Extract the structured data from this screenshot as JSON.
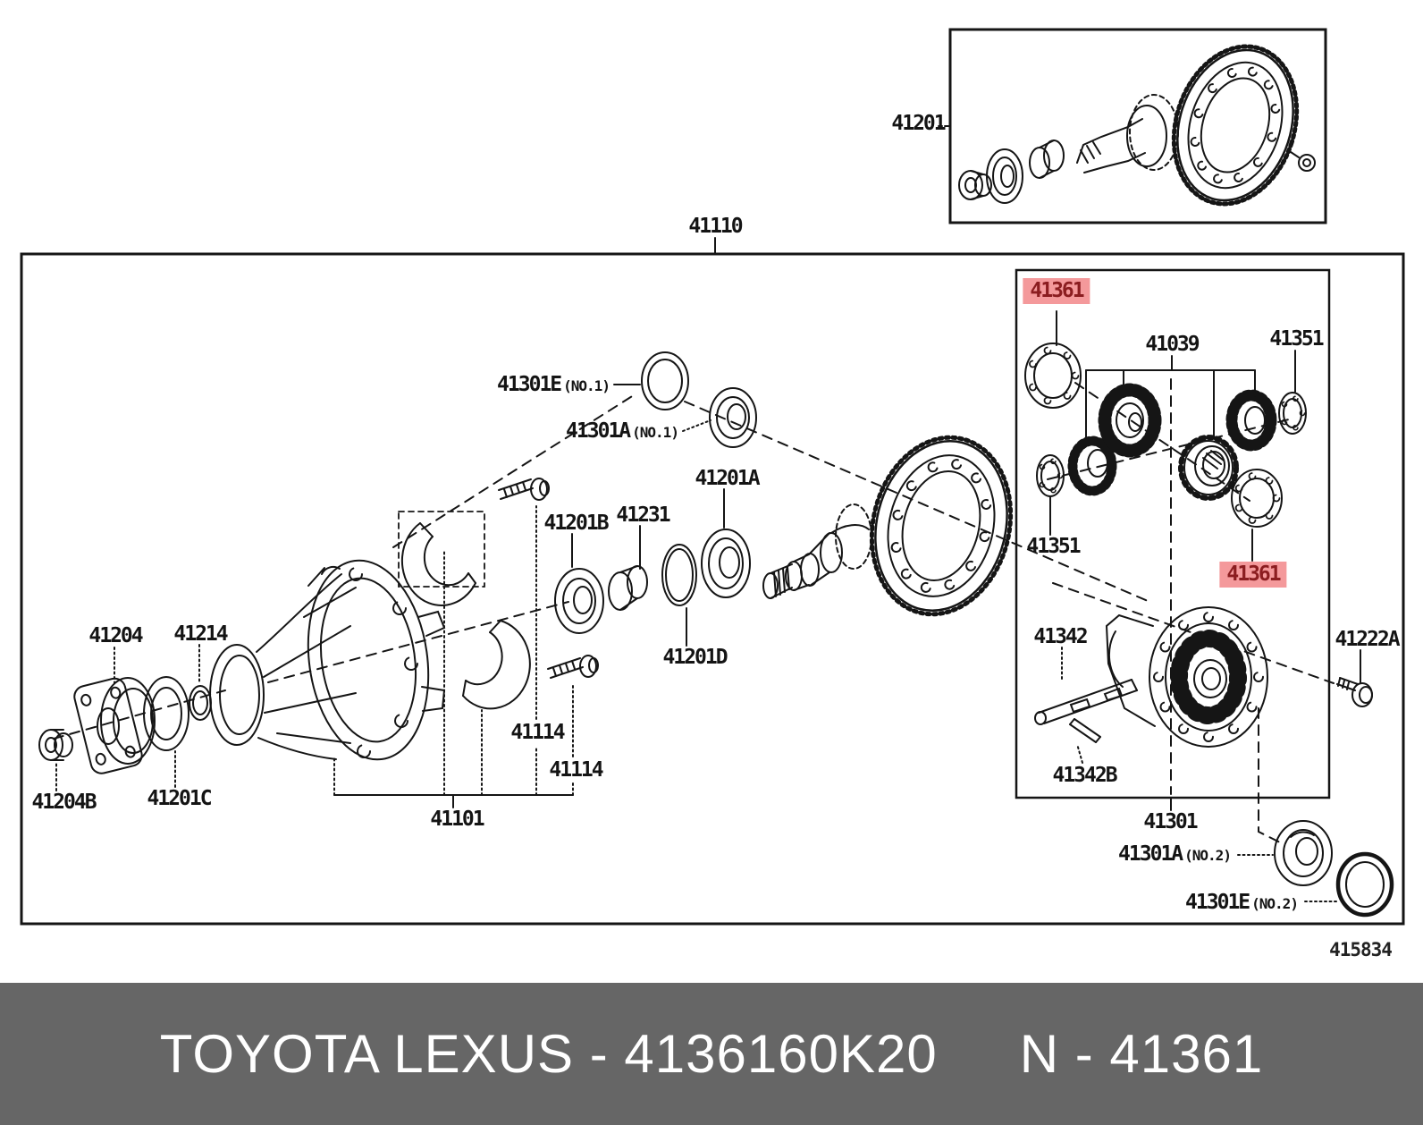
{
  "figure_code": "415834",
  "banner": {
    "left_text": "TOYOTA LEXUS - 4136160K20",
    "right_text": "N - 41361",
    "bg_color": "#666666",
    "text_color": "#ffffff"
  },
  "highlight": {
    "bg_color": "#f4999b",
    "text_color": "#8b1d20"
  },
  "line_color": "#151515",
  "labels": [
    {
      "text": "41201"
    },
    {
      "text": "41110"
    },
    {
      "text": "41301E",
      "suffix": "(NO.1)"
    },
    {
      "text": "41301A",
      "suffix": "(NO.1)"
    },
    {
      "text": "41201A"
    },
    {
      "text": "41201B"
    },
    {
      "text": "41231"
    },
    {
      "text": "41201D"
    },
    {
      "text": "41204"
    },
    {
      "text": "41214"
    },
    {
      "text": "41204B"
    },
    {
      "text": "41201C"
    },
    {
      "text": "41101"
    },
    {
      "text": "41114"
    },
    {
      "text": "41114"
    },
    {
      "text": "41361",
      "highlighted": true
    },
    {
      "text": "41039"
    },
    {
      "text": "41351"
    },
    {
      "text": "41351"
    },
    {
      "text": "41361",
      "highlighted": true
    },
    {
      "text": "41342"
    },
    {
      "text": "41342B"
    },
    {
      "text": "41222A"
    },
    {
      "text": "41301"
    },
    {
      "text": "41301A",
      "suffix": "(NO.2)"
    },
    {
      "text": "41301E",
      "suffix": "(NO.2)"
    }
  ]
}
